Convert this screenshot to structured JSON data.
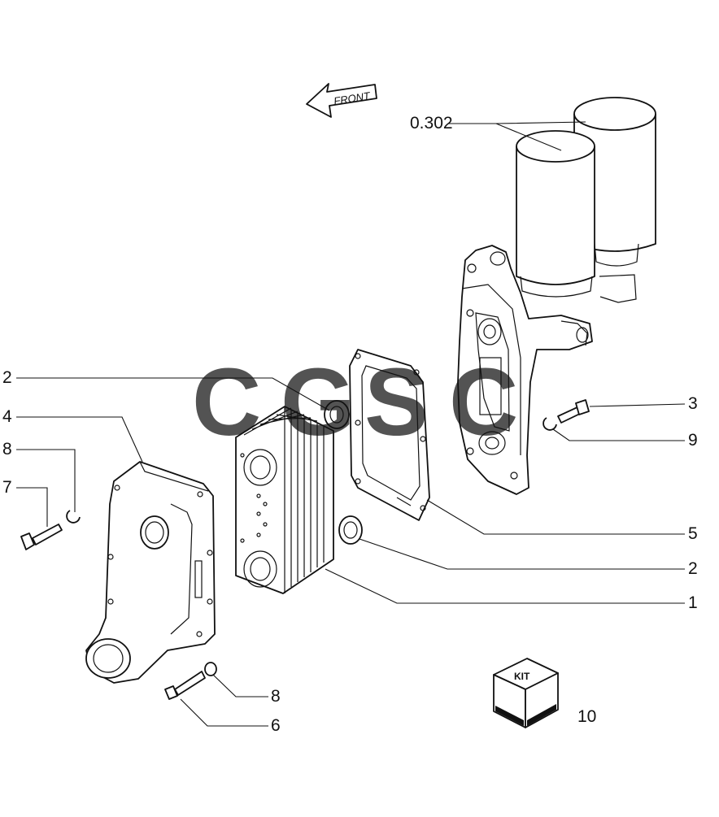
{
  "diagram": {
    "front_arrow": "FRONT",
    "reference_label": "0.302",
    "kit": {
      "label": "KIT",
      "number": "10"
    },
    "callouts": {
      "c2_top": "2",
      "c4": "4",
      "c8_left": "8",
      "c7": "7",
      "c3": "3",
      "c9": "9",
      "c5": "5",
      "c2_right": "2",
      "c1": "1",
      "c8_bottom": "8",
      "c6": "6"
    }
  },
  "watermark": {
    "text": "CGSC",
    "colors": [
      "#4285F4",
      "#EA4335",
      "#FBBC05",
      "#34A853"
    ]
  }
}
